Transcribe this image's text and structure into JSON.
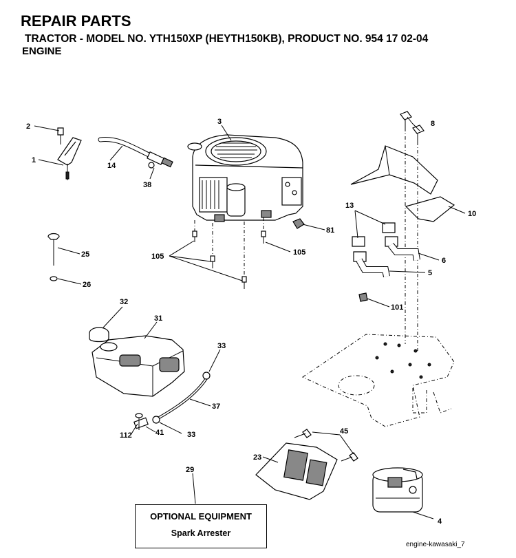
{
  "header": {
    "title": "REPAIR PARTS",
    "subtitle": "TRACTOR - MODEL NO. YTH150XP (HEYTH150KB), PRODUCT NO. 954 17 02-04",
    "section": "ENGINE"
  },
  "callouts": [
    "1",
    "2",
    "3",
    "4",
    "5",
    "6",
    "8",
    "10",
    "13",
    "14",
    "23",
    "25",
    "26",
    "29",
    "31",
    "32",
    "33",
    "33",
    "37",
    "38",
    "41",
    "45",
    "81",
    "101",
    "105",
    "105",
    "112"
  ],
  "optional_box": {
    "title": "OPTIONAL EQUIPMENT",
    "item": "Spark Arrester"
  },
  "footer": {
    "ref": "engine-kawasaki_7"
  }
}
